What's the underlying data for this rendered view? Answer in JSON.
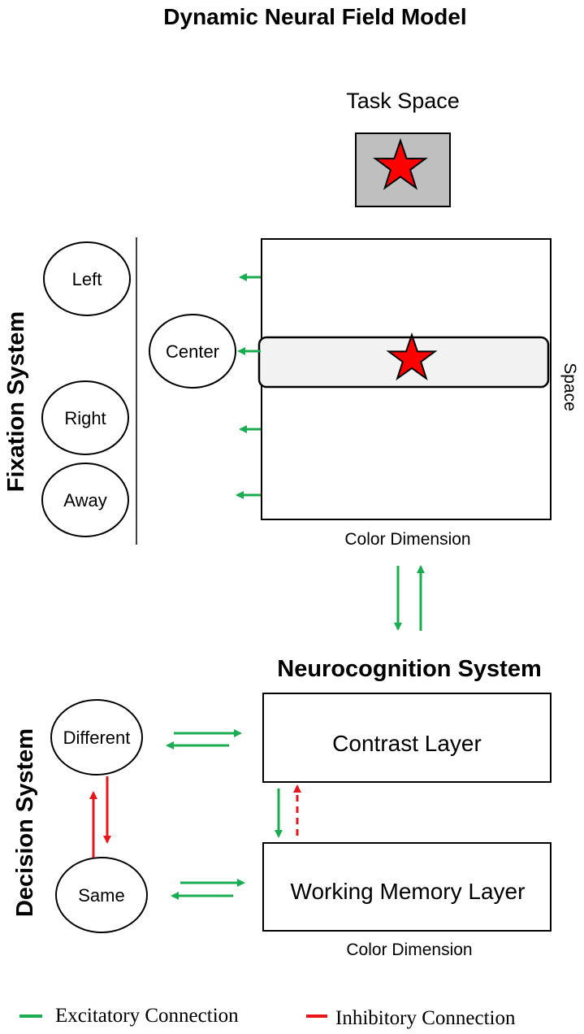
{
  "title": "Dynamic Neural Field Model",
  "task_space": {
    "label": "Task Space"
  },
  "fixation_system": {
    "label": "Fixation System",
    "nodes": [
      "Left",
      "Center",
      "Right",
      "Away"
    ]
  },
  "field": {
    "space_label": "Space",
    "color_dimension_label": "Color Dimension"
  },
  "neurocognition_system": {
    "label": "Neurocognition System",
    "contrast_layer": "Contrast Layer",
    "working_memory_layer": "Working Memory Layer",
    "color_dimension_label": "Color Dimension"
  },
  "decision_system": {
    "label": "Decision System",
    "nodes": [
      "Different",
      "Same"
    ]
  },
  "legend": {
    "excitatory": "Excitatory Connection",
    "inhibitory": "Inhibitory Connection"
  },
  "colors": {
    "excitatory": "#1aac50",
    "inhibitory": "#e8161b",
    "star": "#ff0000",
    "task_bg": "#bfbfbf",
    "highlight_band": "#f2f2f2"
  }
}
